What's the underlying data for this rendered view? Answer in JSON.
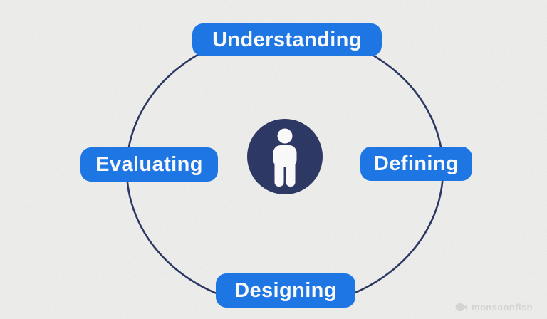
{
  "diagram": {
    "type": "cycle",
    "center": {
      "icon": "person-icon"
    },
    "stages": [
      {
        "position": "top",
        "label": "Understanding"
      },
      {
        "position": "right",
        "label": "Defining"
      },
      {
        "position": "bottom",
        "label": "Designing"
      },
      {
        "position": "left",
        "label": "Evaluating"
      }
    ],
    "colors": {
      "background": "#f1f1ef",
      "stage_pill_bg": "#1e79e9",
      "stage_pill_text": "#ffffff",
      "ring_stroke": "#2e3a66",
      "center_disk_bg": "#2e3a66",
      "center_icon_fill": "#ffffff",
      "watermark_text": "#d9d9d7"
    }
  },
  "watermark": {
    "icon": "fish-icon",
    "text": "monsoonfish"
  }
}
